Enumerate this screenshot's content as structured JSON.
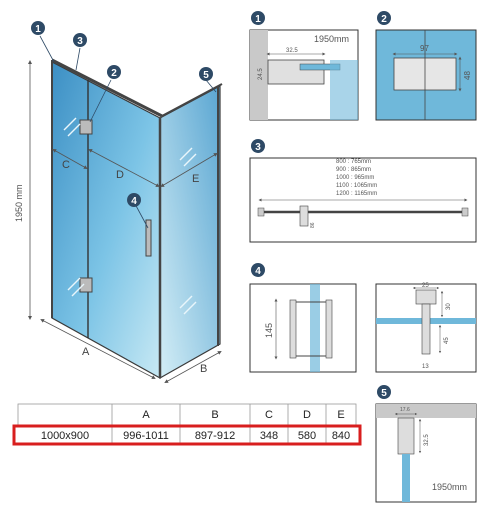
{
  "badges": [
    "1",
    "2",
    "3",
    "4",
    "5"
  ],
  "main_view": {
    "height_label": "1950 mm",
    "letters": [
      "A",
      "B",
      "C",
      "D",
      "E"
    ]
  },
  "detail1": {
    "height": "1950mm",
    "width": "32.5",
    "small": "24.5"
  },
  "detail2": {
    "width": "97",
    "height": "48"
  },
  "detail3": {
    "sizes": [
      "800 : 765mm",
      "900 : 865mm",
      "1000 : 965mm",
      "1100 : 1065mm",
      "1200 : 1165mm"
    ],
    "bracket": "86"
  },
  "detail4": {
    "handle": "145",
    "dims": [
      "25",
      "30",
      "45",
      "13"
    ]
  },
  "detail5": {
    "height": "1950mm",
    "width": "17.6",
    "depth": "32.5"
  },
  "table": {
    "headers": [
      "",
      "A",
      "B",
      "C",
      "D",
      "E"
    ],
    "rows": [
      [
        "1000x900",
        "996-1011",
        "897-912",
        "348",
        "580",
        "840"
      ]
    ],
    "highlight_color": "#d81e1e"
  },
  "colors": {
    "accent": "#2e4a66",
    "glass": "#6fb8da",
    "tile": "#c9c9c9"
  }
}
